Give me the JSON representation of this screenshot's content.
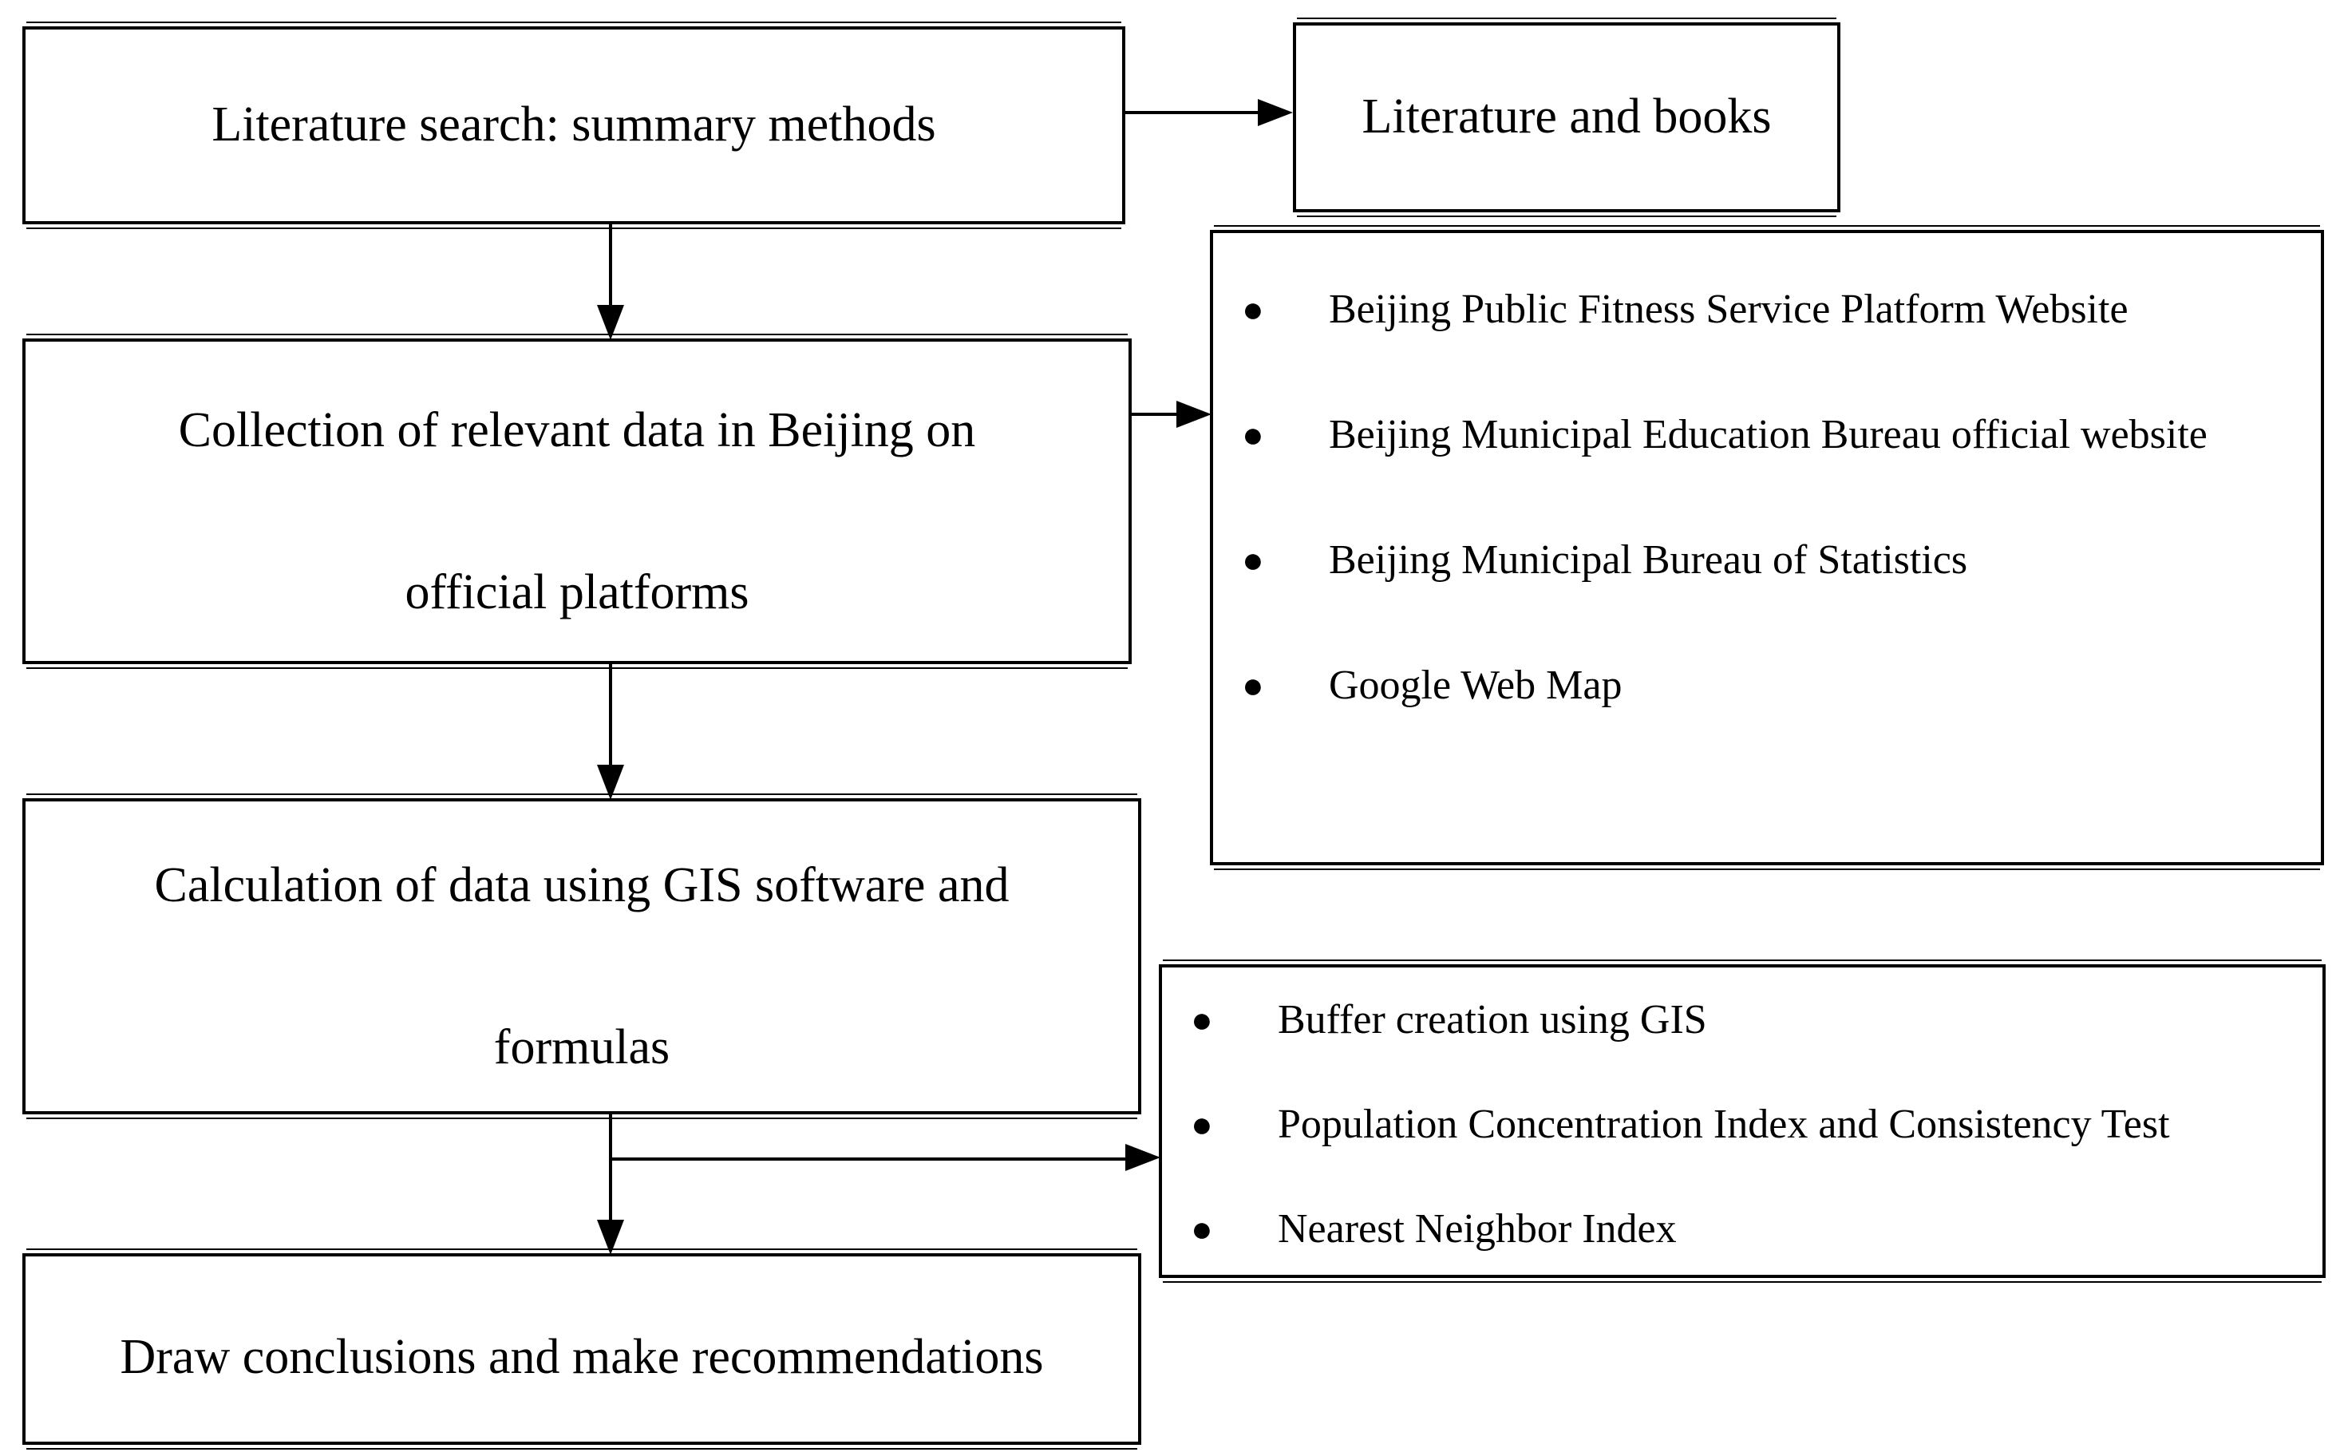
{
  "diagram": {
    "style": {
      "background": "#ffffff",
      "line_color": "#000000",
      "text_color": "#000000"
    },
    "bullet_glyph": "●",
    "boxes": {
      "literature_search": {
        "label": "Literature search: summary methods"
      },
      "literature_books": {
        "label": "Literature and books"
      },
      "collection": {
        "line1": "Collection of relevant data in Beijing on",
        "line2": "official platforms"
      },
      "calculation": {
        "line1": "Calculation of data using GIS software and",
        "line2": "formulas"
      },
      "conclusions": {
        "label": "Draw conclusions and make recommendations"
      }
    },
    "lists": {
      "sources": {
        "items": [
          "Beijing Public Fitness Service Platform Website",
          "Beijing Municipal Education Bureau official website",
          "Beijing Municipal Bureau of Statistics",
          "Google Web Map"
        ]
      },
      "methods": {
        "items": [
          "Buffer creation using GIS",
          "Population Concentration Index and Consistency Test",
          "Nearest Neighbor Index"
        ]
      }
    },
    "connections": [
      {
        "from": "literature_search",
        "to": "literature_books"
      },
      {
        "from": "literature_search",
        "to": "collection"
      },
      {
        "from": "collection",
        "to": "sources"
      },
      {
        "from": "collection",
        "to": "calculation"
      },
      {
        "from": "calculation",
        "to": "methods"
      },
      {
        "from": "calculation",
        "to": "conclusions"
      }
    ]
  }
}
